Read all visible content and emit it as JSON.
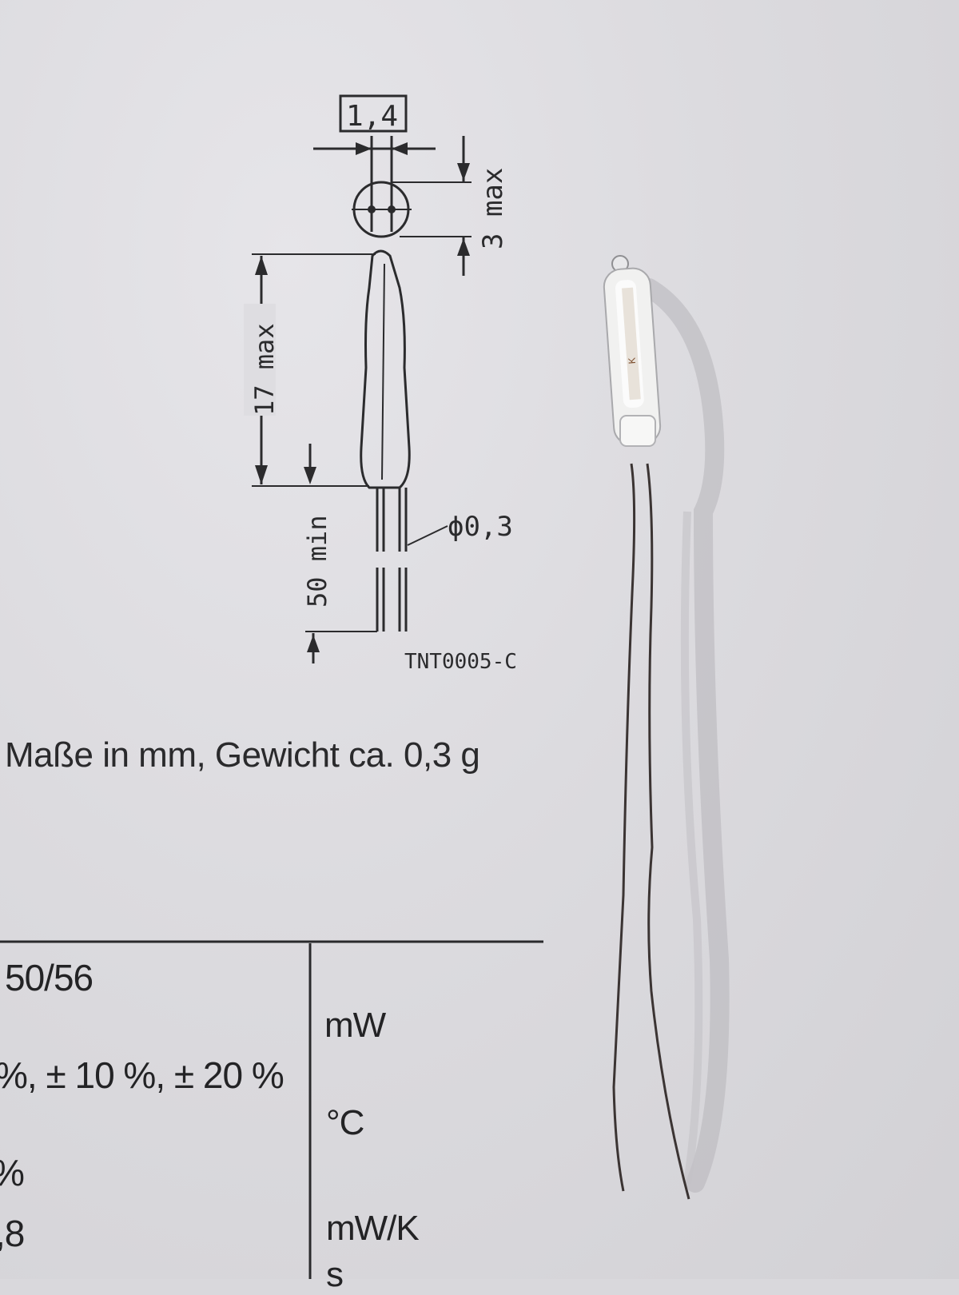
{
  "datasheet": {
    "drawing": {
      "width_label": "1,4",
      "height_head_label": "3 max",
      "body_length_label": "17 max",
      "lead_length_label": "50 min",
      "lead_diameter_label": "ϕ0,3",
      "drawing_code": "TNT0005-C"
    },
    "caption": "Maße in mm, Gewicht ca. 0,3 g",
    "table": {
      "left_col": [
        "50/56",
        "%, ± 10 %, ± 20 %",
        "%",
        ",8"
      ],
      "units": [
        "mW",
        "°C",
        "mW/K",
        "s"
      ]
    }
  },
  "component": {
    "name": "glass-thermistor",
    "marking": "K"
  },
  "colors": {
    "paper": "#d9d8dc",
    "ink": "#2b2b2d",
    "glass": "#f1f1f0",
    "wire": "#3b3433"
  }
}
